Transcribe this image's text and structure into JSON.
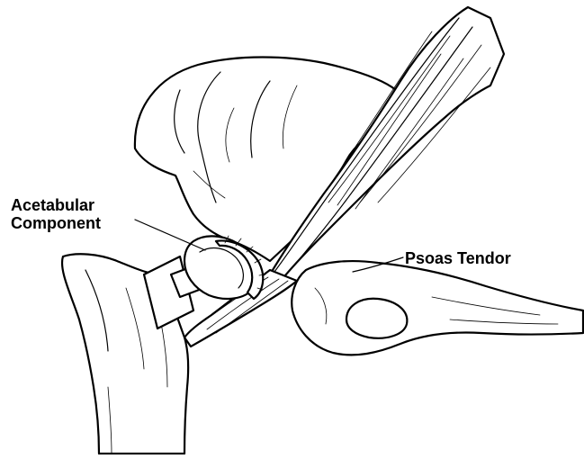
{
  "labels": {
    "acetabular_line1": "Acetabular",
    "acetabular_line2": "Component",
    "psoas": "Psoas Tendor"
  }
}
